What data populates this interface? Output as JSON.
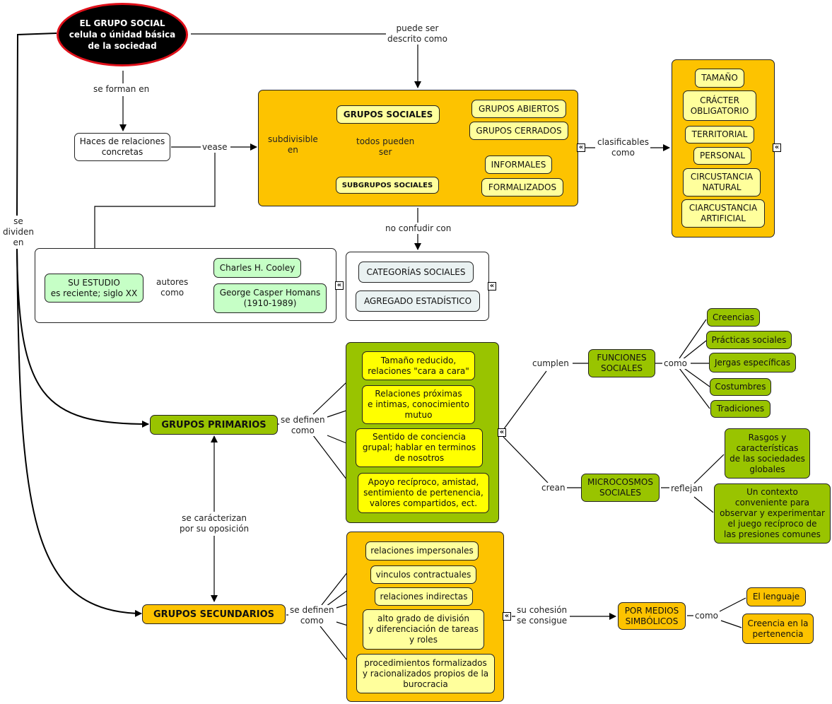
{
  "root": {
    "label": "EL GRUPO SOCIAL\ncelula o únidad básica\nde la sociedad"
  },
  "links": {
    "se_forman_en": "se forman en",
    "puede_ser": "puede ser\ndescrito como",
    "vease": "vease",
    "subdivisible": "subdivisible\nen",
    "todos_pueden": "todos pueden\nser",
    "clasificables": "clasificables\ncomo",
    "no_confundir": "no confudir con",
    "autores": "autores\ncomo",
    "se_dividen": "se\ndividen\nen",
    "se_definen_1": "se definen\ncomo",
    "se_definen_2": "se definen\ncomo",
    "se_caracterizan": "se carácterizan\npor su oposición",
    "cumplen": "cumplen",
    "como_1": "como",
    "crean": "crean",
    "reflejan": "reflejan",
    "cohesion": "su cohesión\nse consigue",
    "como_2": "como"
  },
  "nodes": {
    "haces": "Haces de relaciones\nconcretas",
    "grupos_sociales": "GRUPOS SOCIALES",
    "subgrupos": "SUBGRUPOS SOCIALES",
    "types": [
      "GRUPOS ABIERTOS",
      "GRUPOS CERRADOS",
      "INFORMALES",
      "FORMALIZADOS"
    ],
    "criteria": [
      "TAMAÑO",
      "CRÁCTER\nOBLIGATORIO",
      "TERRITORIAL",
      "PERSONAL",
      "CIRCUSTANCIA\nNATURAL",
      "CIARCUSTANCIA\nARTIFICIAL"
    ],
    "estudio": "SU ESTUDIO\nes reciente; siglo XX",
    "authors": [
      "Charles H. Cooley",
      "George Casper Homans\n(1910-1989)"
    ],
    "not_confuse": [
      "CATEGORÍAS SOCIALES",
      "AGREGADO ESTADÍSTICO"
    ],
    "primarios": "GRUPOS PRIMARIOS",
    "secundarios": "GRUPOS SECUNDARIOS",
    "primary_traits": [
      "Tamaño reducido,\nrelaciones \"cara a cara\"",
      "Relaciones próximas\ne intimas, conocimiento\nmutuo",
      "Sentido de conciencia\ngrupal; hablar en terminos\nde nosotros",
      "Apoyo recíproco, amistad,\nsentimiento de pertenencia,\nvalores compartidos, ect."
    ],
    "funciones": "FUNCIONES\nSOCIALES",
    "functions_list": [
      "Creencias",
      "Prácticas sociales",
      "Jergas específicas",
      "Costumbres",
      "Tradiciones"
    ],
    "microcosmos": "MICROCOSMOS\nSOCIALES",
    "reflects": [
      "Rasgos y\ncaracterísticas\nde las sociedades\nglobales",
      "Un contexto\nconveniente para\nobservar y experimentar\nel juego recíproco de\nlas presiones comunes"
    ],
    "secondary_traits": [
      "relaciones impersonales",
      "vinculos contractuales",
      "relaciones indirectas",
      "alto grado de división\ny diferenciación de tareas\ny roles",
      "procedimientos formalizados\ny racionalizados propios de la\nburocracia"
    ],
    "medios": "POR MEDIOS\nSIMBÓLICOS",
    "symbolic": [
      "El lenguaje",
      "Creencia en la\npertenencia"
    ]
  },
  "icons": {
    "expander": "«"
  },
  "colors": {
    "orange": "#fdc300",
    "green": "#99c400",
    "light_yellow": "#ffff9c",
    "yellow": "#ffff00",
    "light_green": "#c6ffc6",
    "root_border": "#e0101a"
  }
}
